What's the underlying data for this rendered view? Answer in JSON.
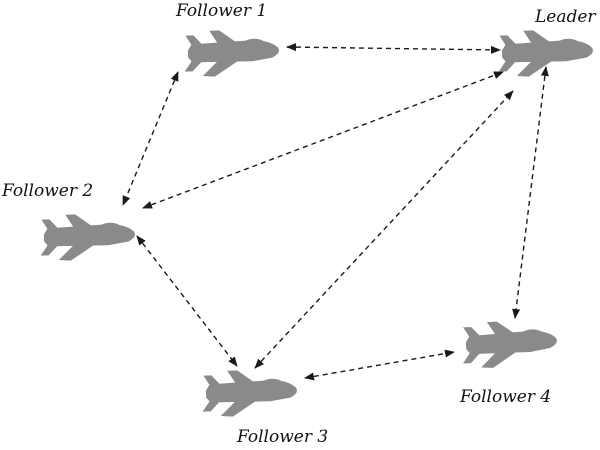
{
  "colors": {
    "aircraft": "#8a8a8a",
    "link": "#1a1a1a",
    "label": "#111111",
    "background": "#ffffff"
  },
  "nodes": [
    {
      "id": "leader",
      "label": "Leader",
      "icon": "aircraft-icon"
    },
    {
      "id": "follower1",
      "label": "Follower 1",
      "icon": "aircraft-icon"
    },
    {
      "id": "follower2",
      "label": "Follower 2",
      "icon": "aircraft-icon"
    },
    {
      "id": "follower3",
      "label": "Follower 3",
      "icon": "aircraft-icon"
    },
    {
      "id": "follower4",
      "label": "Follower 4",
      "icon": "aircraft-icon"
    }
  ],
  "links": [
    {
      "from": "follower1",
      "to": "leader",
      "direction": "both"
    },
    {
      "from": "follower1",
      "to": "follower2",
      "direction": "both"
    },
    {
      "from": "follower2",
      "to": "leader",
      "direction": "both"
    },
    {
      "from": "follower2",
      "to": "follower3",
      "direction": "both"
    },
    {
      "from": "follower3",
      "to": "leader",
      "direction": "both"
    },
    {
      "from": "leader",
      "to": "follower4",
      "direction": "both"
    },
    {
      "from": "follower3",
      "to": "follower4",
      "direction": "both"
    }
  ]
}
